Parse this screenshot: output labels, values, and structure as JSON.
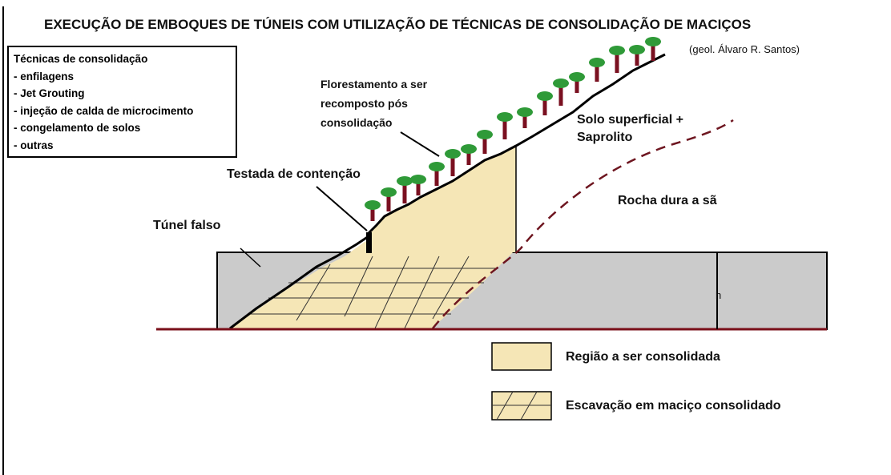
{
  "title": "EXECUÇÃO DE EMBOQUES DE TÚNEIS COM UTILIZAÇÃO DE TÉCNICAS DE  CONSOLIDAÇÃO DE MACIÇOS",
  "author": "(geol. Álvaro R. Santos)",
  "techniques": {
    "heading": "Técnicas de consolidação",
    "items": [
      "- enfilagens",
      "- Jet Grouting",
      "- injeção de calda de microcimento",
      "- congelamento de solos",
      "- outras"
    ]
  },
  "labels": {
    "forest_line1": "Florestamento a ser",
    "forest_line2": "recomposto pós",
    "forest_line3": "consolidação",
    "retaining_wall": "Testada de contenção",
    "false_tunnel": "Túnel falso",
    "soil_line1": "Solo superficial +",
    "soil_line2": "Saprolito",
    "rock": "Rocha dura a sã",
    "height": "h"
  },
  "legend": {
    "consolidated_region": "Região a ser  consolidada",
    "excavation": "Escavação  em maciço consolidado"
  },
  "colors": {
    "consolidated_fill": "#f5e6b6",
    "tunnel_grey": "#cbcbcb",
    "ground_line": "#7a0f1a",
    "contact_dash": "#6e1620",
    "tree_trunk": "#7a1020",
    "tree_canopy": "#2f9a38"
  }
}
